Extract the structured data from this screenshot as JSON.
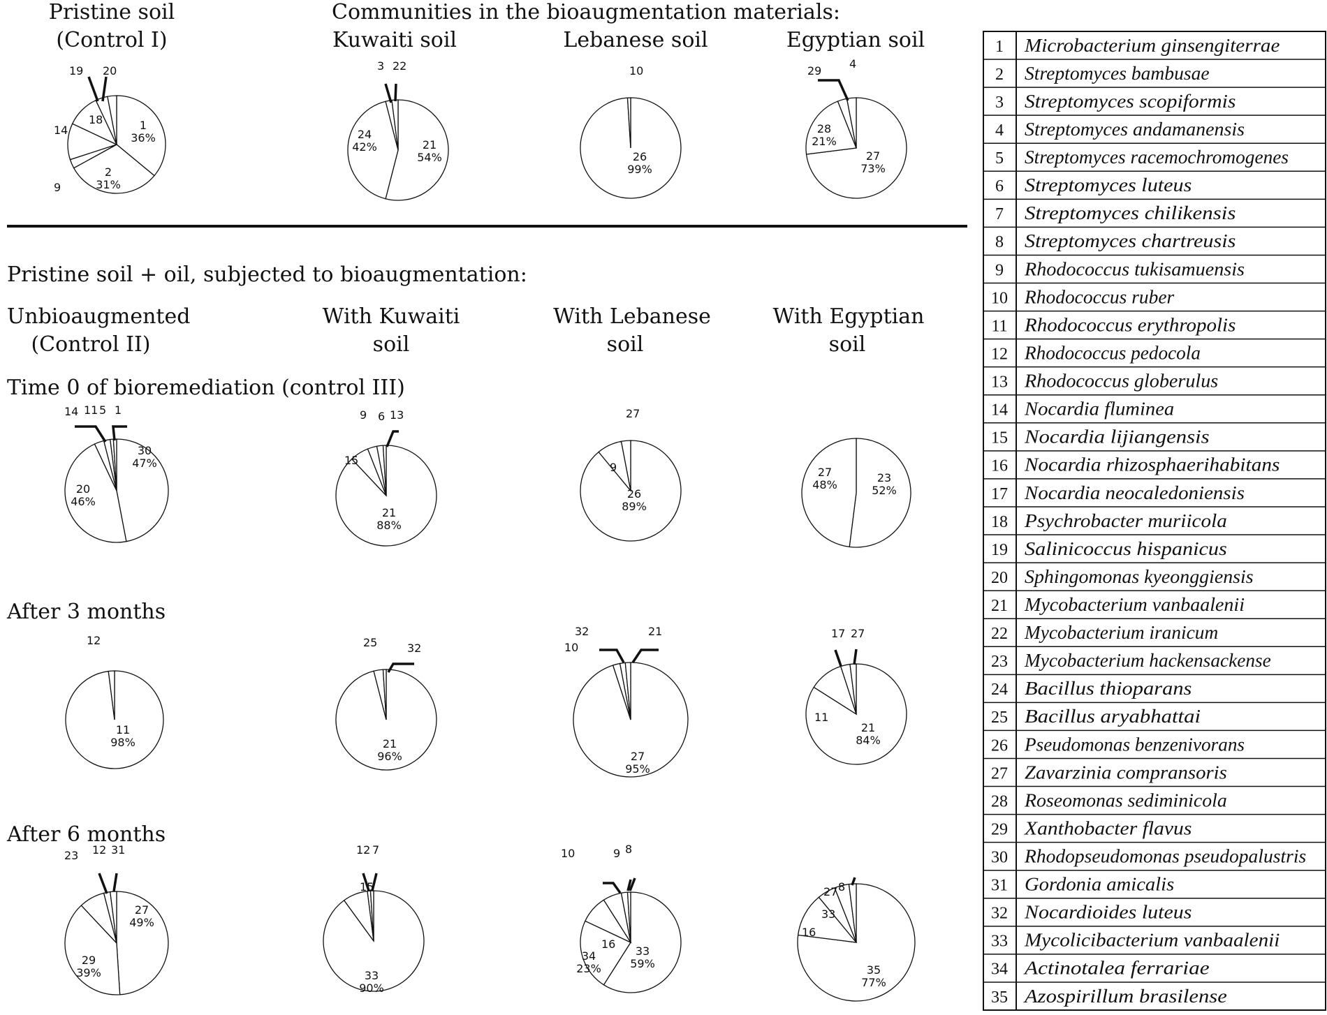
{
  "headings": {
    "pristine_line1": "Pristine soil",
    "pristine_line2": "(Control I)",
    "communities": "Communities in the bioaugmentation materials:",
    "kuwaiti": "Kuwaiti soil",
    "lebanese": "Lebanese soil",
    "egyptian": "Egyptian soil",
    "subjected": "Pristine soil + oil, subjected to bioaugmentation:",
    "unbio_line1": "Unbioaugmented",
    "unbio_line2": "(Control II)",
    "with_kuwaiti_line1": "With Kuwaiti",
    "with_kuwaiti_line2": "soil",
    "with_lebanese_line1": "With Lebanese",
    "with_lebanese_line2": "soil",
    "with_egyptian_line1": "With Egyptian",
    "with_egyptian_line2": "soil",
    "time0": "Time 0 of bioremediation (control III)",
    "after3": "After 3 months",
    "after6": "After 6 months"
  },
  "legend": [
    {
      "num": "1",
      "name": "Microbacterium ginsengiterrae"
    },
    {
      "num": "2",
      "name": "Streptomyces bambusae"
    },
    {
      "num": "3",
      "name": "Streptomyces scopiformis"
    },
    {
      "num": "4",
      "name": "Streptomyces andamanensis"
    },
    {
      "num": "5",
      "name": "Streptomyces racemochromogenes"
    },
    {
      "num": "6",
      "name": "Streptomyces luteus"
    },
    {
      "num": "7",
      "name": "Streptomyces chilikensis"
    },
    {
      "num": "8",
      "name": "Streptomyces chartreusis"
    },
    {
      "num": "9",
      "name": "Rhodococcus tukisamuensis"
    },
    {
      "num": "10",
      "name": "Rhodococcus ruber"
    },
    {
      "num": "11",
      "name": "Rhodococcus erythropolis"
    },
    {
      "num": "12",
      "name": "Rhodococcus pedocola"
    },
    {
      "num": "13",
      "name": "Rhodococcus globerulus"
    },
    {
      "num": "14",
      "name": "Nocardia fluminea"
    },
    {
      "num": "15",
      "name": "Nocardia lijiangensis"
    },
    {
      "num": "16",
      "name": "Nocardia rhizosphaerihabitans"
    },
    {
      "num": "17",
      "name": "Nocardia neocaledoniensis"
    },
    {
      "num": "18",
      "name": "Psychrobacter muriicola"
    },
    {
      "num": "19",
      "name": "Salinicoccus hispanicus"
    },
    {
      "num": "20",
      "name": "Sphingomonas kyeonggiensis"
    },
    {
      "num": "21",
      "name": "Mycobacterium vanbaalenii"
    },
    {
      "num": "22",
      "name": "Mycobacterium iranicum"
    },
    {
      "num": "23",
      "name": "Mycobacterium hackensackense"
    },
    {
      "num": "24",
      "name": "Bacillus thioparans"
    },
    {
      "num": "25",
      "name": "Bacillus aryabhattai"
    },
    {
      "num": "26",
      "name": "Pseudomonas benzenivorans"
    },
    {
      "num": "27",
      "name": "Zavarzinia compransoris"
    },
    {
      "num": "28",
      "name": "Roseomonas sediminicola"
    },
    {
      "num": "29",
      "name": "Xanthobacter flavus"
    },
    {
      "num": "30",
      "name": "Rhodopseudomonas pseudopalustris"
    },
    {
      "num": "31",
      "name": "Gordonia amicalis"
    },
    {
      "num": "32",
      "name": "Nocardioides luteus"
    },
    {
      "num": "33",
      "name": "Mycolicibacterium vanbaalenii"
    },
    {
      "num": "34",
      "name": "Actinotalea ferrariae"
    },
    {
      "num": "35",
      "name": "Azospirillum brasilense"
    }
  ],
  "chart_data": [
    {
      "type": "pie",
      "panel": "Pristine soil (Control I)",
      "slices": [
        {
          "label": "1",
          "value": 36,
          "pct": "36%"
        },
        {
          "label": "2",
          "value": 31,
          "pct": "31%"
        },
        {
          "label": "9",
          "value": 3
        },
        {
          "label": "14",
          "value": 12
        },
        {
          "label": "18",
          "value": 11
        },
        {
          "label": "19",
          "value": 4
        },
        {
          "label": "20",
          "value": 3
        }
      ]
    },
    {
      "type": "pie",
      "panel": "Kuwaiti soil",
      "slices": [
        {
          "label": "21",
          "value": 54,
          "pct": "54%"
        },
        {
          "label": "24",
          "value": 42,
          "pct": "42%"
        },
        {
          "label": "3",
          "value": 2
        },
        {
          "label": "22",
          "value": 2
        }
      ]
    },
    {
      "type": "pie",
      "panel": "Lebanese soil",
      "slices": [
        {
          "label": "26",
          "value": 99,
          "pct": "99%"
        },
        {
          "label": "10",
          "value": 1
        }
      ]
    },
    {
      "type": "pie",
      "panel": "Egyptian soil",
      "slices": [
        {
          "label": "27",
          "value": 73,
          "pct": "73%"
        },
        {
          "label": "28",
          "value": 21,
          "pct": "21%"
        },
        {
          "label": "29",
          "value": 3
        },
        {
          "label": "4",
          "value": 3
        }
      ]
    },
    {
      "type": "pie",
      "panel": "Time 0 - Unbioaugmented (Control II)",
      "slices": [
        {
          "label": "30",
          "value": 47,
          "pct": "47%"
        },
        {
          "label": "20",
          "value": 46,
          "pct": "46%"
        },
        {
          "label": "14",
          "value": 3
        },
        {
          "label": "11",
          "value": 2
        },
        {
          "label": "5",
          "value": 1
        },
        {
          "label": "1",
          "value": 1
        }
      ]
    },
    {
      "type": "pie",
      "panel": "Time 0 - With Kuwaiti soil",
      "slices": [
        {
          "label": "21",
          "value": 88,
          "pct": "88%"
        },
        {
          "label": "15",
          "value": 6
        },
        {
          "label": "9",
          "value": 3
        },
        {
          "label": "6",
          "value": 2
        },
        {
          "label": "13",
          "value": 1
        }
      ]
    },
    {
      "type": "pie",
      "panel": "Time 0 - With Lebanese soil",
      "slices": [
        {
          "label": "26",
          "value": 89,
          "pct": "89%"
        },
        {
          "label": "9",
          "value": 8
        },
        {
          "label": "27",
          "value": 3
        }
      ]
    },
    {
      "type": "pie",
      "panel": "Time 0 - With Egyptian soil",
      "slices": [
        {
          "label": "23",
          "value": 52,
          "pct": "52%"
        },
        {
          "label": "27",
          "value": 48,
          "pct": "48%"
        }
      ]
    },
    {
      "type": "pie",
      "panel": "After 3 months - Unbioaugmented (Control II)",
      "slices": [
        {
          "label": "11",
          "value": 98,
          "pct": "98%"
        },
        {
          "label": "12",
          "value": 2
        }
      ]
    },
    {
      "type": "pie",
      "panel": "After 3 months - With Kuwaiti soil",
      "slices": [
        {
          "label": "21",
          "value": 96,
          "pct": "96%"
        },
        {
          "label": "25",
          "value": 3
        },
        {
          "label": "32",
          "value": 1
        }
      ]
    },
    {
      "type": "pie",
      "panel": "After 3 months - With Lebanese soil",
      "slices": [
        {
          "label": "27",
          "value": 95,
          "pct": "95%"
        },
        {
          "label": "10",
          "value": 2
        },
        {
          "label": "32",
          "value": 1.5
        },
        {
          "label": "21",
          "value": 1.5
        }
      ]
    },
    {
      "type": "pie",
      "panel": "After 3 months - With Egyptian soil",
      "slices": [
        {
          "label": "21",
          "value": 84,
          "pct": "84%"
        },
        {
          "label": "11",
          "value": 11
        },
        {
          "label": "17",
          "value": 3
        },
        {
          "label": "27",
          "value": 2
        }
      ]
    },
    {
      "type": "pie",
      "panel": "After 6 months - Unbioaugmented (Control II)",
      "slices": [
        {
          "label": "27",
          "value": 49,
          "pct": "49%"
        },
        {
          "label": "29",
          "value": 39,
          "pct": "39%"
        },
        {
          "label": "23",
          "value": 8
        },
        {
          "label": "12",
          "value": 2
        },
        {
          "label": "31",
          "value": 2
        }
      ]
    },
    {
      "type": "pie",
      "panel": "After 6 months - With Kuwaiti soil",
      "slices": [
        {
          "label": "33",
          "value": 90,
          "pct": "90%"
        },
        {
          "label": "15",
          "value": 8
        },
        {
          "label": "12",
          "value": 1
        },
        {
          "label": "7",
          "value": 1
        }
      ]
    },
    {
      "type": "pie",
      "panel": "After 6 months - With Lebanese soil",
      "slices": [
        {
          "label": "33",
          "value": 59,
          "pct": "59%"
        },
        {
          "label": "34",
          "value": 23,
          "pct": "23%"
        },
        {
          "label": "16",
          "value": 9
        },
        {
          "label": "10",
          "value": 6
        },
        {
          "label": "9",
          "value": 2
        },
        {
          "label": "8",
          "value": 1
        }
      ]
    },
    {
      "type": "pie",
      "panel": "After 6 months - With Egyptian soil",
      "slices": [
        {
          "label": "35",
          "value": 77,
          "pct": "77%"
        },
        {
          "label": "16",
          "value": 12
        },
        {
          "label": "33",
          "value": 5
        },
        {
          "label": "27",
          "value": 4
        },
        {
          "label": "8",
          "value": 2
        }
      ]
    }
  ]
}
